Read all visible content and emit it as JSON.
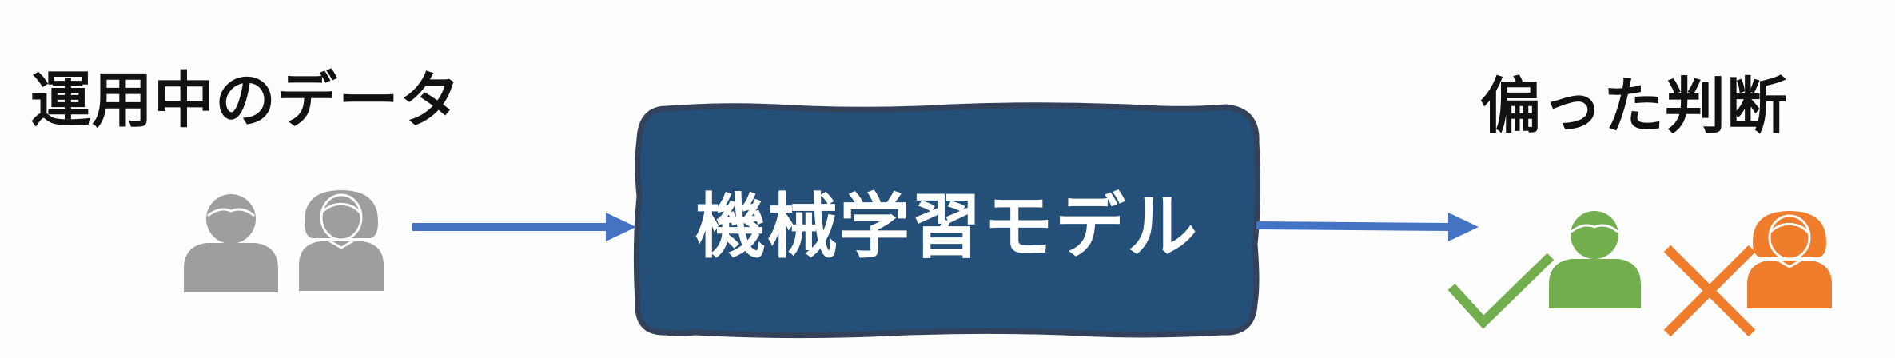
{
  "input": {
    "title": "運用中のデータ",
    "people_color": "#9e9e9e"
  },
  "model": {
    "label": "機械学習モデル",
    "box_color": "#234f78",
    "border_color": "#33415a"
  },
  "output": {
    "title": "偏った判断",
    "correct_color": "#72ad4e",
    "wrong_color": "#f07d2c"
  },
  "arrow_color": "#4473c4",
  "icons": [
    "person-male-icon",
    "person-female-icon",
    "arrow-right-icon",
    "checkmark-icon",
    "cross-icon"
  ]
}
